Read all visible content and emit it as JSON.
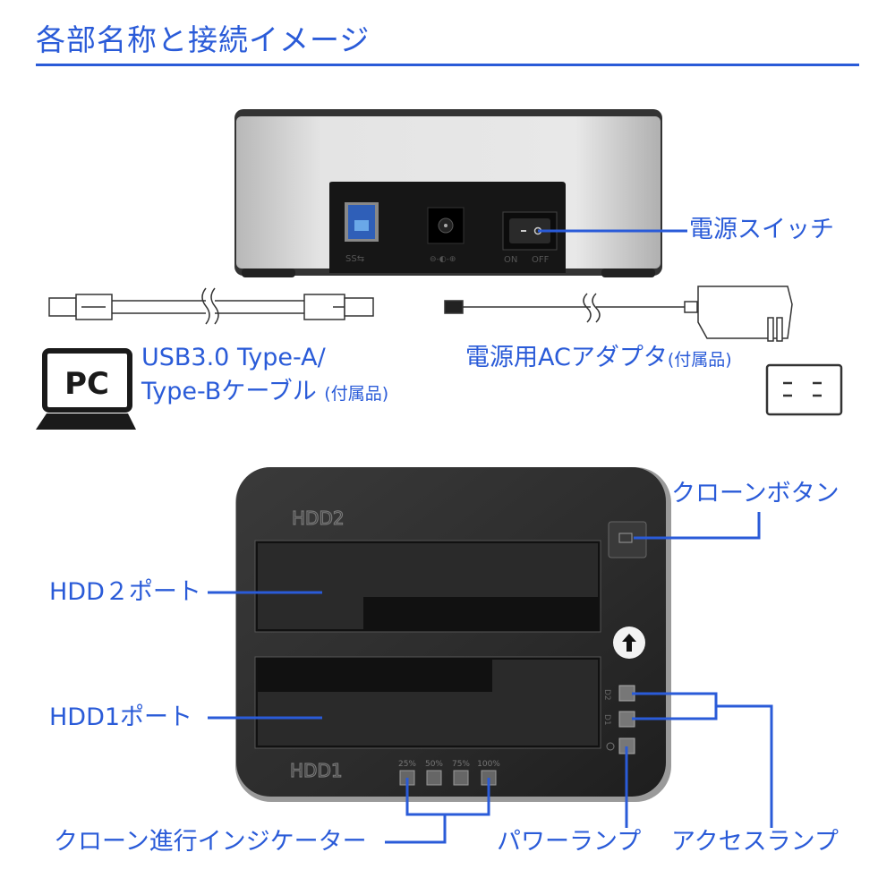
{
  "title": "各部名称と接続イメージ",
  "colors": {
    "accent": "#2a5bd8",
    "device_dark": "#2a2a2a",
    "device_silver": "#d8d8d8"
  },
  "rear": {
    "power_switch_label": "電源スイッチ",
    "port_marks": {
      "usb": "SS⇆",
      "dc": "⊖-◐-⊕",
      "on": "ON",
      "off": "OFF"
    }
  },
  "connection": {
    "pc_icon_text": "PC",
    "usb_cable_label_line1": "USB3.0 Type-A/",
    "usb_cable_label_line2": "Type-Bケーブル",
    "usb_cable_note": "(付属品)",
    "ac_adapter_label": "電源用ACアダプタ",
    "ac_adapter_note": "(付属品)"
  },
  "front": {
    "hdd2_mark": "HDD2",
    "hdd1_mark": "HDD1",
    "progress_marks": [
      "25%",
      "50%",
      "75%",
      "100%"
    ],
    "access_marks": [
      "D2",
      "D1"
    ],
    "labels": {
      "clone_button": "クローンボタン",
      "hdd2_port": "HDD２ポート",
      "hdd1_port": "HDD1ポート",
      "clone_progress": "クローン進行インジケーター",
      "power_lamp": "パワーランプ",
      "access_lamp": "アクセスランプ"
    }
  }
}
